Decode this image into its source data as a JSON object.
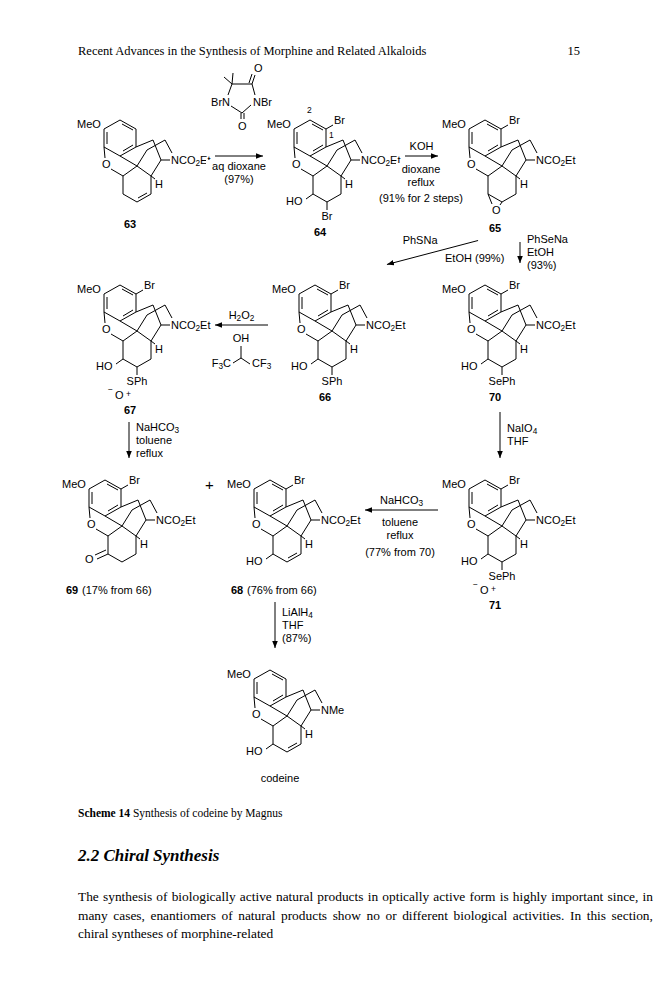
{
  "diagram": {
    "caption": "Scheme 14 Synthesis of codeine by Magnus",
    "nodes": [
      {
        "text": [
          "MeO",
          "O",
          "NCO2Et",
          "H",
          "63"
        ]
      },
      {
        "text": [
          "MeO",
          "2",
          "1",
          "Br",
          "O",
          "NCO2Et",
          "H",
          "HO",
          "Br",
          "64"
        ]
      },
      {
        "text": [
          "MeO",
          "Br",
          "O",
          "NCO2Et",
          "H",
          "O",
          "65"
        ]
      },
      {
        "text": [
          "MeO",
          "Br",
          "O",
          "NCO2Et",
          "H",
          "HO",
          "SPh",
          "−",
          "O",
          "+",
          "67"
        ]
      },
      {
        "text": [
          "MeO",
          "Br",
          "O",
          "NCO2Et",
          "H",
          "HO",
          "SPh",
          "66"
        ]
      },
      {
        "text": [
          "MeO",
          "Br",
          "O",
          "NCO2Et",
          "H",
          "HO",
          "SePh",
          "70"
        ]
      },
      {
        "text": [
          "MeO",
          "Br",
          "O",
          "NCO2Et",
          "H",
          "O",
          "69",
          "(17% from 66)"
        ]
      },
      {
        "text": [
          "MeO",
          "Br",
          "O",
          "NCO2Et",
          "H",
          "HO",
          "68",
          "(76% from 66)"
        ]
      },
      {
        "text": [
          "MeO",
          "Br",
          "O",
          "NCO2Et",
          "H",
          "HO",
          "SePh",
          "−",
          "O",
          "+",
          "71"
        ]
      },
      {
        "text": [
          "MeO",
          "O",
          "NMe",
          "H",
          "HO",
          "codeine"
        ]
      }
    ],
    "edges": [
      {
        "from": 0,
        "to": 1,
        "arrow": "to",
        "label": "aq dioxane (97%)"
      },
      {
        "from": 1,
        "to": 2,
        "arrow": "to",
        "label": "KOH"
      },
      {
        "from": 2,
        "to": 4,
        "arrow": "to",
        "label": "PhSNa"
      },
      {
        "from": 2,
        "to": 5,
        "arrow": "to",
        "label": "PhSeNa EtOH (93%)"
      },
      {
        "from": 4,
        "to": 3,
        "arrow": "to",
        "label": "H2O2"
      },
      {
        "from": 3,
        "to": 6,
        "arrow": "to",
        "label": "NaHCO3 toluene reflux"
      },
      {
        "from": 5,
        "to": 8,
        "arrow": "to",
        "label": "NaIO4 THF"
      },
      {
        "from": 8,
        "to": 7,
        "arrow": "to",
        "label": "NaHCO3"
      },
      {
        "from": 7,
        "to": 9,
        "arrow": "to",
        "label": "LiAlH4 THF (87%)"
      }
    ],
    "labels": [
      "Recent Advances in the Synthesis of Morphine and Related Alkaloids",
      "15",
      "O",
      "NBr",
      "BrN",
      "O",
      "dioxane reflux",
      "(91% for 2 steps)",
      "EtOH (99%)",
      "OH",
      "F3C",
      "CF3",
      "+",
      "toluene reflux",
      "(77% from 70)",
      "2.2 Chiral Synthesis",
      "The synthesis of biologically active natural products in optically active form is highly important since, in many cases, enantiomers of natural products show no or different biological activities. In this section, chiral syntheses of morphine-related"
    ]
  }
}
